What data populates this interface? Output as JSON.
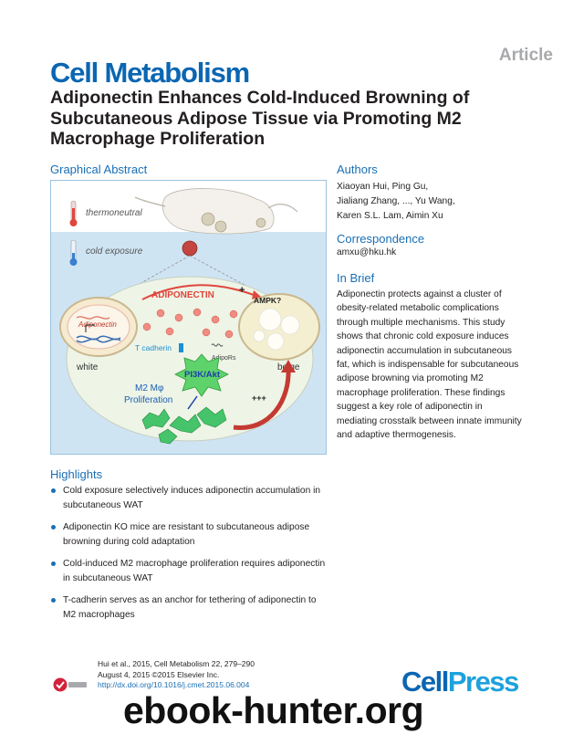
{
  "header": {
    "article_tag": "Article",
    "journal": "Cell Metabolism"
  },
  "title": "Adiponectin Enhances Cold-Induced Browning of Subcutaneous Adipose Tissue via Promoting M2 Macrophage Proliferation",
  "graphical_abstract": {
    "heading": "Graphical Abstract",
    "labels": {
      "thermoneutral": "thermoneutral",
      "cold_exposure": "cold exposure",
      "adiponectin_up": "ADIPONECTIN",
      "adiponectin_cell": "Adiponectin",
      "ampk": "AMPK?",
      "t_cadherin": "T cadherin",
      "adiporeceptors": "AdipoRs",
      "pathway": "PI3K/Akt",
      "white": "white",
      "beige": "beige",
      "m2_line1": "M2 Mφ",
      "m2_line2": "Proliferation",
      "plus": "+",
      "plus3": "+++"
    },
    "colors": {
      "warm_panel": "#ffffff",
      "cold_panel": "#cfe4f3",
      "accent_red": "#e0463c",
      "accent_blue": "#1a5fb4",
      "cell_green": "#45c46b"
    }
  },
  "authors": {
    "heading": "Authors",
    "lines": [
      "Xiaoyan Hui, Ping Gu,",
      "Jialiang Zhang, ..., Yu Wang,",
      "Karen S.L. Lam, Aimin Xu"
    ]
  },
  "correspondence": {
    "heading": "Correspondence",
    "email": "amxu@hku.hk"
  },
  "in_brief": {
    "heading": "In Brief",
    "text": "Adiponectin protects against a cluster of obesity-related metabolic complications through multiple mechanisms. This study shows that chronic cold exposure induces adiponectin accumulation in subcutaneous fat, which is indispensable for subcutaneous adipose browning via promoting M2 macrophage proliferation. These findings suggest a key role of adiponectin in mediating crosstalk between innate immunity and adaptive thermogenesis."
  },
  "highlights": {
    "heading": "Highlights",
    "items": [
      "Cold exposure selectively induces adiponectin accumulation in subcutaneous WAT",
      "Adiponectin KO mice are resistant to subcutaneous adipose browning during cold adaptation",
      "Cold-induced M2 macrophage proliferation requires adiponectin in subcutaneous WAT",
      "T-cadherin serves as an anchor for tethering of adiponectin to M2 macrophages"
    ]
  },
  "citation": {
    "line1": "Hui et al., 2015, Cell Metabolism 22, 279–290",
    "line2": "August 4, 2015 ©2015 Elsevier Inc.",
    "doi": "http://dx.doi.org/10.1016/j.cmet.2015.06.004"
  },
  "footer": {
    "publisher_part1": "Cell",
    "publisher_part2": "Press",
    "watermark": "ebook-hunter.org"
  }
}
